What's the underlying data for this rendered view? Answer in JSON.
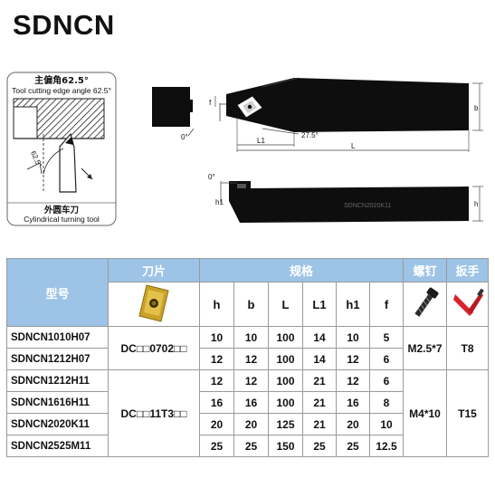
{
  "title": "SDNCN",
  "diagram": {
    "panel_label_cn": "主偏角62.5°",
    "panel_label_en": "Tool cutting edge angle 62.5°",
    "panel_caption_cn": "外圆车刀",
    "panel_caption_en": "Cylindrical turning tool",
    "angle_mark": "62.5°",
    "top_angle_upper": "27.5°",
    "top_angle_lower": "27.5°",
    "zero_angle": "0°",
    "dim_f": "f",
    "dim_b": "b",
    "dim_L1": "L1",
    "dim_L": "L",
    "side_zero_angle": "0°",
    "dim_h": "h",
    "dim_h1": "h1",
    "shank_marking": "SDNCN2020K11"
  },
  "table": {
    "headers": {
      "model": "型号",
      "insert": "刀片",
      "spec": "规格",
      "screw": "螺钉",
      "wrench": "扳手"
    },
    "spec_columns": [
      "h",
      "b",
      "L",
      "L1",
      "h1",
      "f"
    ],
    "rows": [
      {
        "model": "SDNCN1010H07",
        "h": "10",
        "b": "10",
        "L": "100",
        "L1": "14",
        "h1": "10",
        "f": "5"
      },
      {
        "model": "SDNCN1212H07",
        "h": "12",
        "b": "12",
        "L": "100",
        "L1": "14",
        "h1": "12",
        "f": "6"
      },
      {
        "model": "SDNCN1212H11",
        "h": "12",
        "b": "12",
        "L": "100",
        "L1": "21",
        "h1": "12",
        "f": "6"
      },
      {
        "model": "SDNCN1616H11",
        "h": "16",
        "b": "16",
        "L": "100",
        "L1": "21",
        "h1": "16",
        "f": "8"
      },
      {
        "model": "SDNCN2020K11",
        "h": "20",
        "b": "20",
        "L": "125",
        "L1": "21",
        "h1": "20",
        "f": "10"
      },
      {
        "model": "SDNCN2525M11",
        "h": "25",
        "b": "25",
        "L": "150",
        "L1": "25",
        "h1": "25",
        "f": "12.5"
      }
    ],
    "groups": [
      {
        "insert": "DC□□0702□□",
        "screw": "M2.5*7",
        "wrench": "T8"
      },
      {
        "insert": "DC□□11T3□□",
        "screw": "M4*10",
        "wrench": "T15"
      }
    ]
  },
  "colors": {
    "header_bg": "#9dc3e6",
    "insert_gold": "#c9a227",
    "wrench_red": "#d9232e"
  }
}
